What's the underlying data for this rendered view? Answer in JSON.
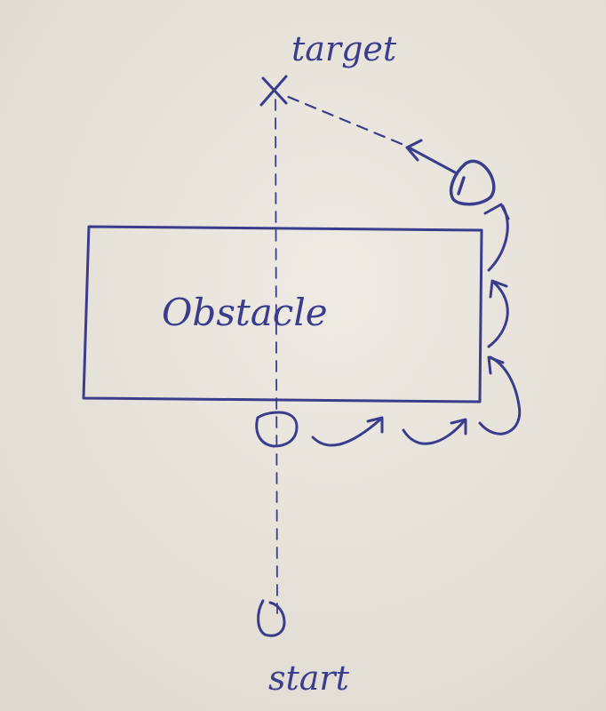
{
  "labels": {
    "target": "target",
    "obstacle": "Obstacle",
    "start": "start"
  },
  "colors": {
    "paper": "#e9e6df",
    "ink": "#3b3c8c"
  }
}
